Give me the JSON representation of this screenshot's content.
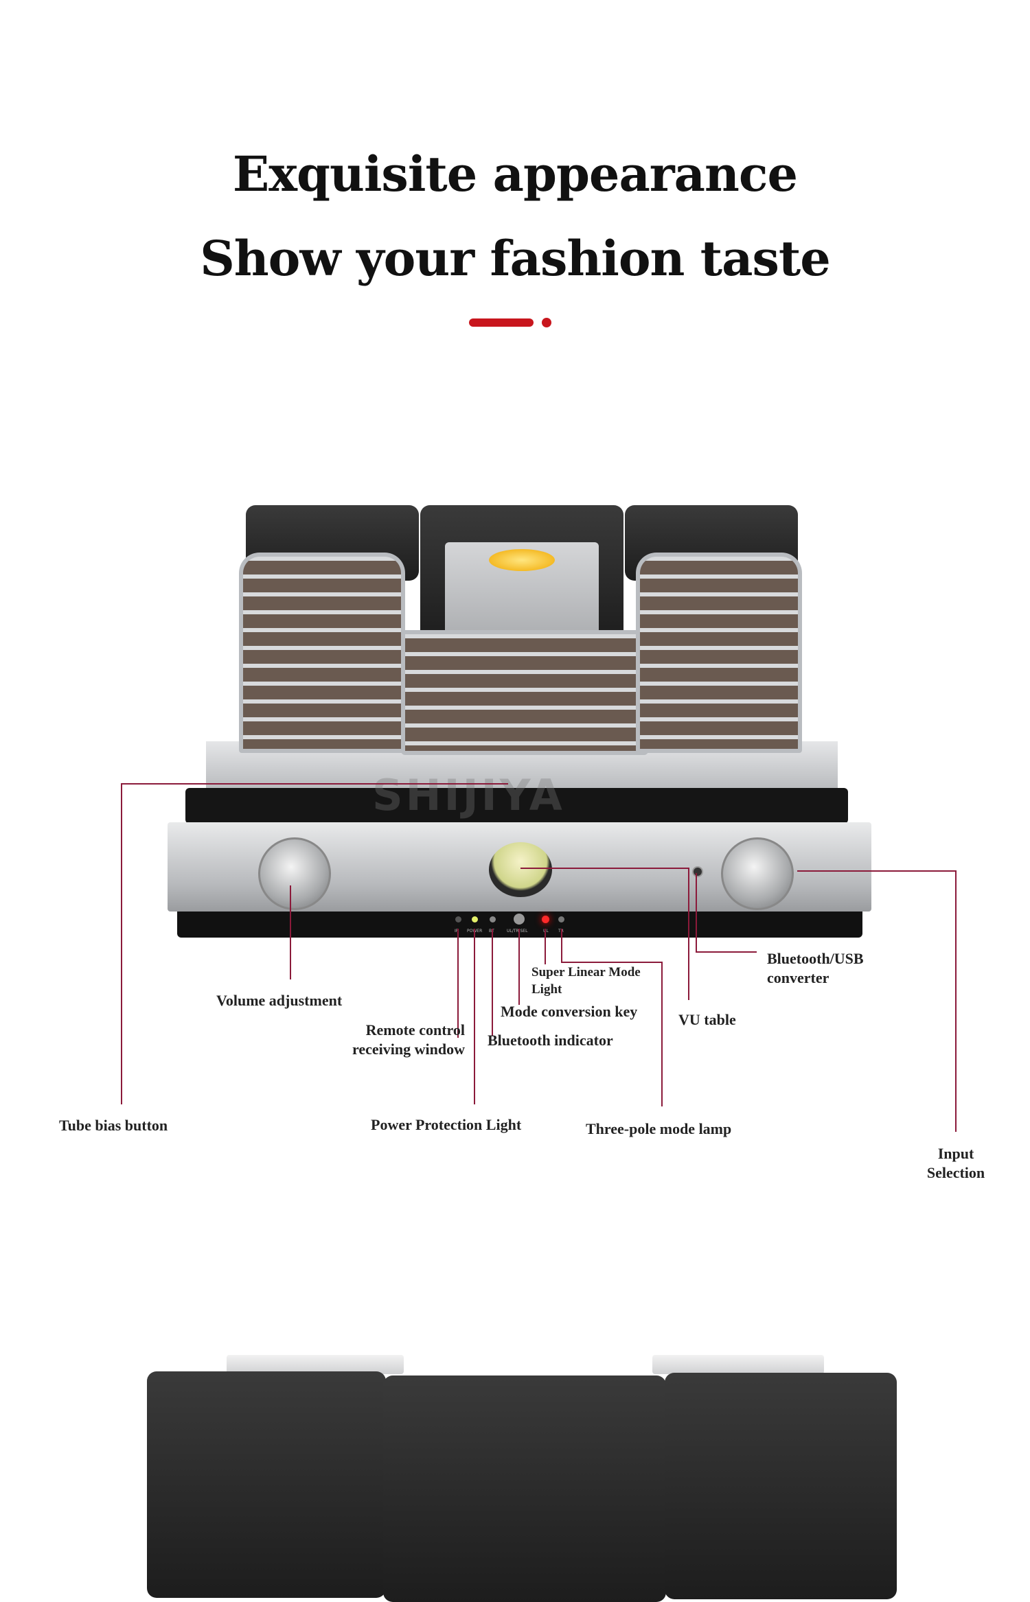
{
  "heading": {
    "line1": "Exquisite appearance",
    "line2": "Show your fashion taste",
    "accent_color": "#c8161d"
  },
  "product": {
    "watermark": "SHIJIYA",
    "panel_labels": [
      "IR",
      "POWER",
      "BT",
      "UL/TR SEL",
      "UL",
      "TR"
    ],
    "callouts": {
      "bluetooth_usb": "Bluetooth/USB converter",
      "super_linear": "Super Linear Mode Light",
      "volume": "Volume adjustment",
      "mode_key": "Mode conversion key",
      "vu": "VU table",
      "remote": "Remote control receiving window",
      "bt_indicator": "Bluetooth indicator",
      "tube_bias": "Tube bias button",
      "power_protection": "Power Protection Light",
      "three_pole": "Three-pole mode lamp",
      "input": "Input Selection"
    },
    "line_color": "#8b1a3a"
  }
}
